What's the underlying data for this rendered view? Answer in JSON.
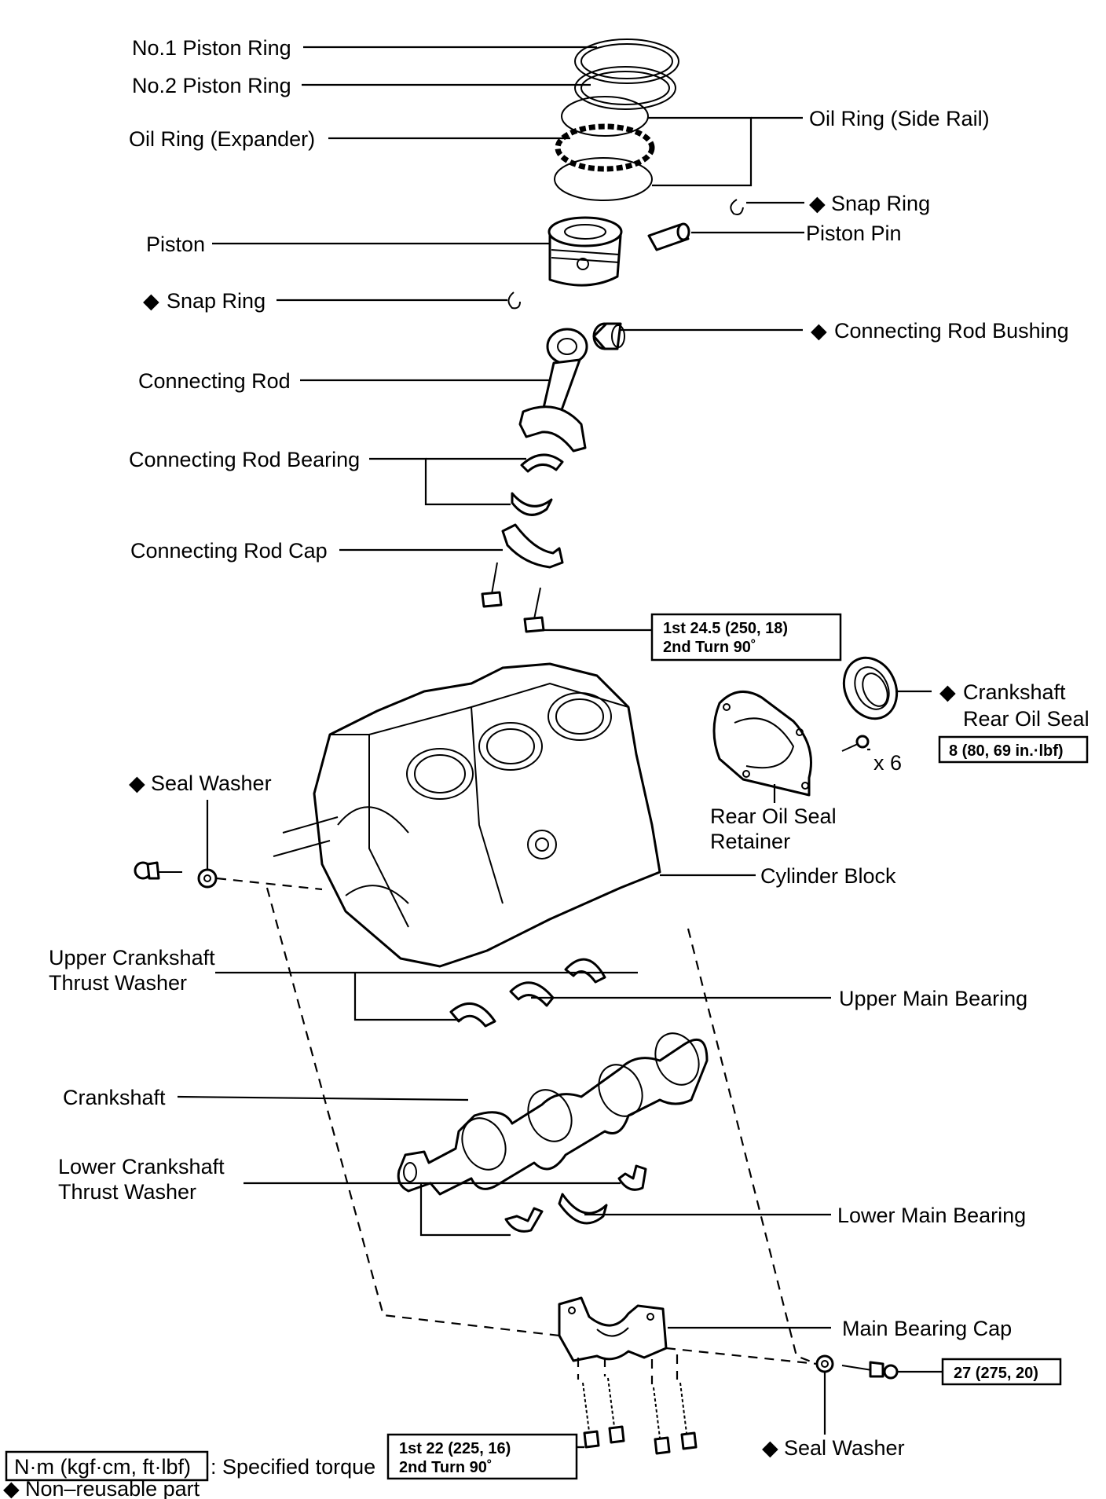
{
  "labels": {
    "no1_piston_ring": "No.1 Piston Ring",
    "no2_piston_ring": "No.2 Piston Ring",
    "oil_ring_expander": "Oil Ring (Expander)",
    "oil_ring_side_rail": "Oil Ring (Side Rail)",
    "snap_ring_upper": "Snap Ring",
    "piston": "Piston",
    "piston_pin": "Piston Pin",
    "snap_ring_left": "Snap Ring",
    "connecting_rod_bushing": "Connecting Rod Bushing",
    "connecting_rod": "Connecting Rod",
    "connecting_rod_bearing": "Connecting Rod Bearing",
    "connecting_rod_cap": "Connecting Rod Cap",
    "crankshaft_rear_oil_seal_1": "Crankshaft",
    "crankshaft_rear_oil_seal_2": "Rear Oil Seal",
    "x6": "x 6",
    "rear_oil_seal_retainer_1": "Rear Oil Seal",
    "rear_oil_seal_retainer_2": "Retainer",
    "seal_washer_top": "Seal Washer",
    "cylinder_block": "Cylinder Block",
    "upper_thrust_washer_1": "Upper Crankshaft",
    "upper_thrust_washer_2": "Thrust Washer",
    "upper_main_bearing": "Upper Main Bearing",
    "crankshaft": "Crankshaft",
    "lower_thrust_washer_1": "Lower Crankshaft",
    "lower_thrust_washer_2": "Thrust Washer",
    "lower_main_bearing": "Lower Main Bearing",
    "main_bearing_cap": "Main Bearing Cap",
    "seal_washer_bottom": "Seal Washer"
  },
  "torque": {
    "rod_cap_line1": "1st  24.5 (250, 18)",
    "rod_cap_line2": "2nd  Turn 90˚",
    "retainer": "8 (80, 69 in.·lbf)",
    "side_bolt": "27 (275, 20)",
    "main_cap_line1": "1st  22 (225, 16)",
    "main_cap_line2": "2nd  Turn 90˚"
  },
  "legend": {
    "unit_box": "N·m (kgf·cm, ft·lbf)",
    "unit_desc": ": Specified torque",
    "nonreusable": "Non–reusable part"
  },
  "symbols": {
    "nonreusable_marker": "◆"
  }
}
